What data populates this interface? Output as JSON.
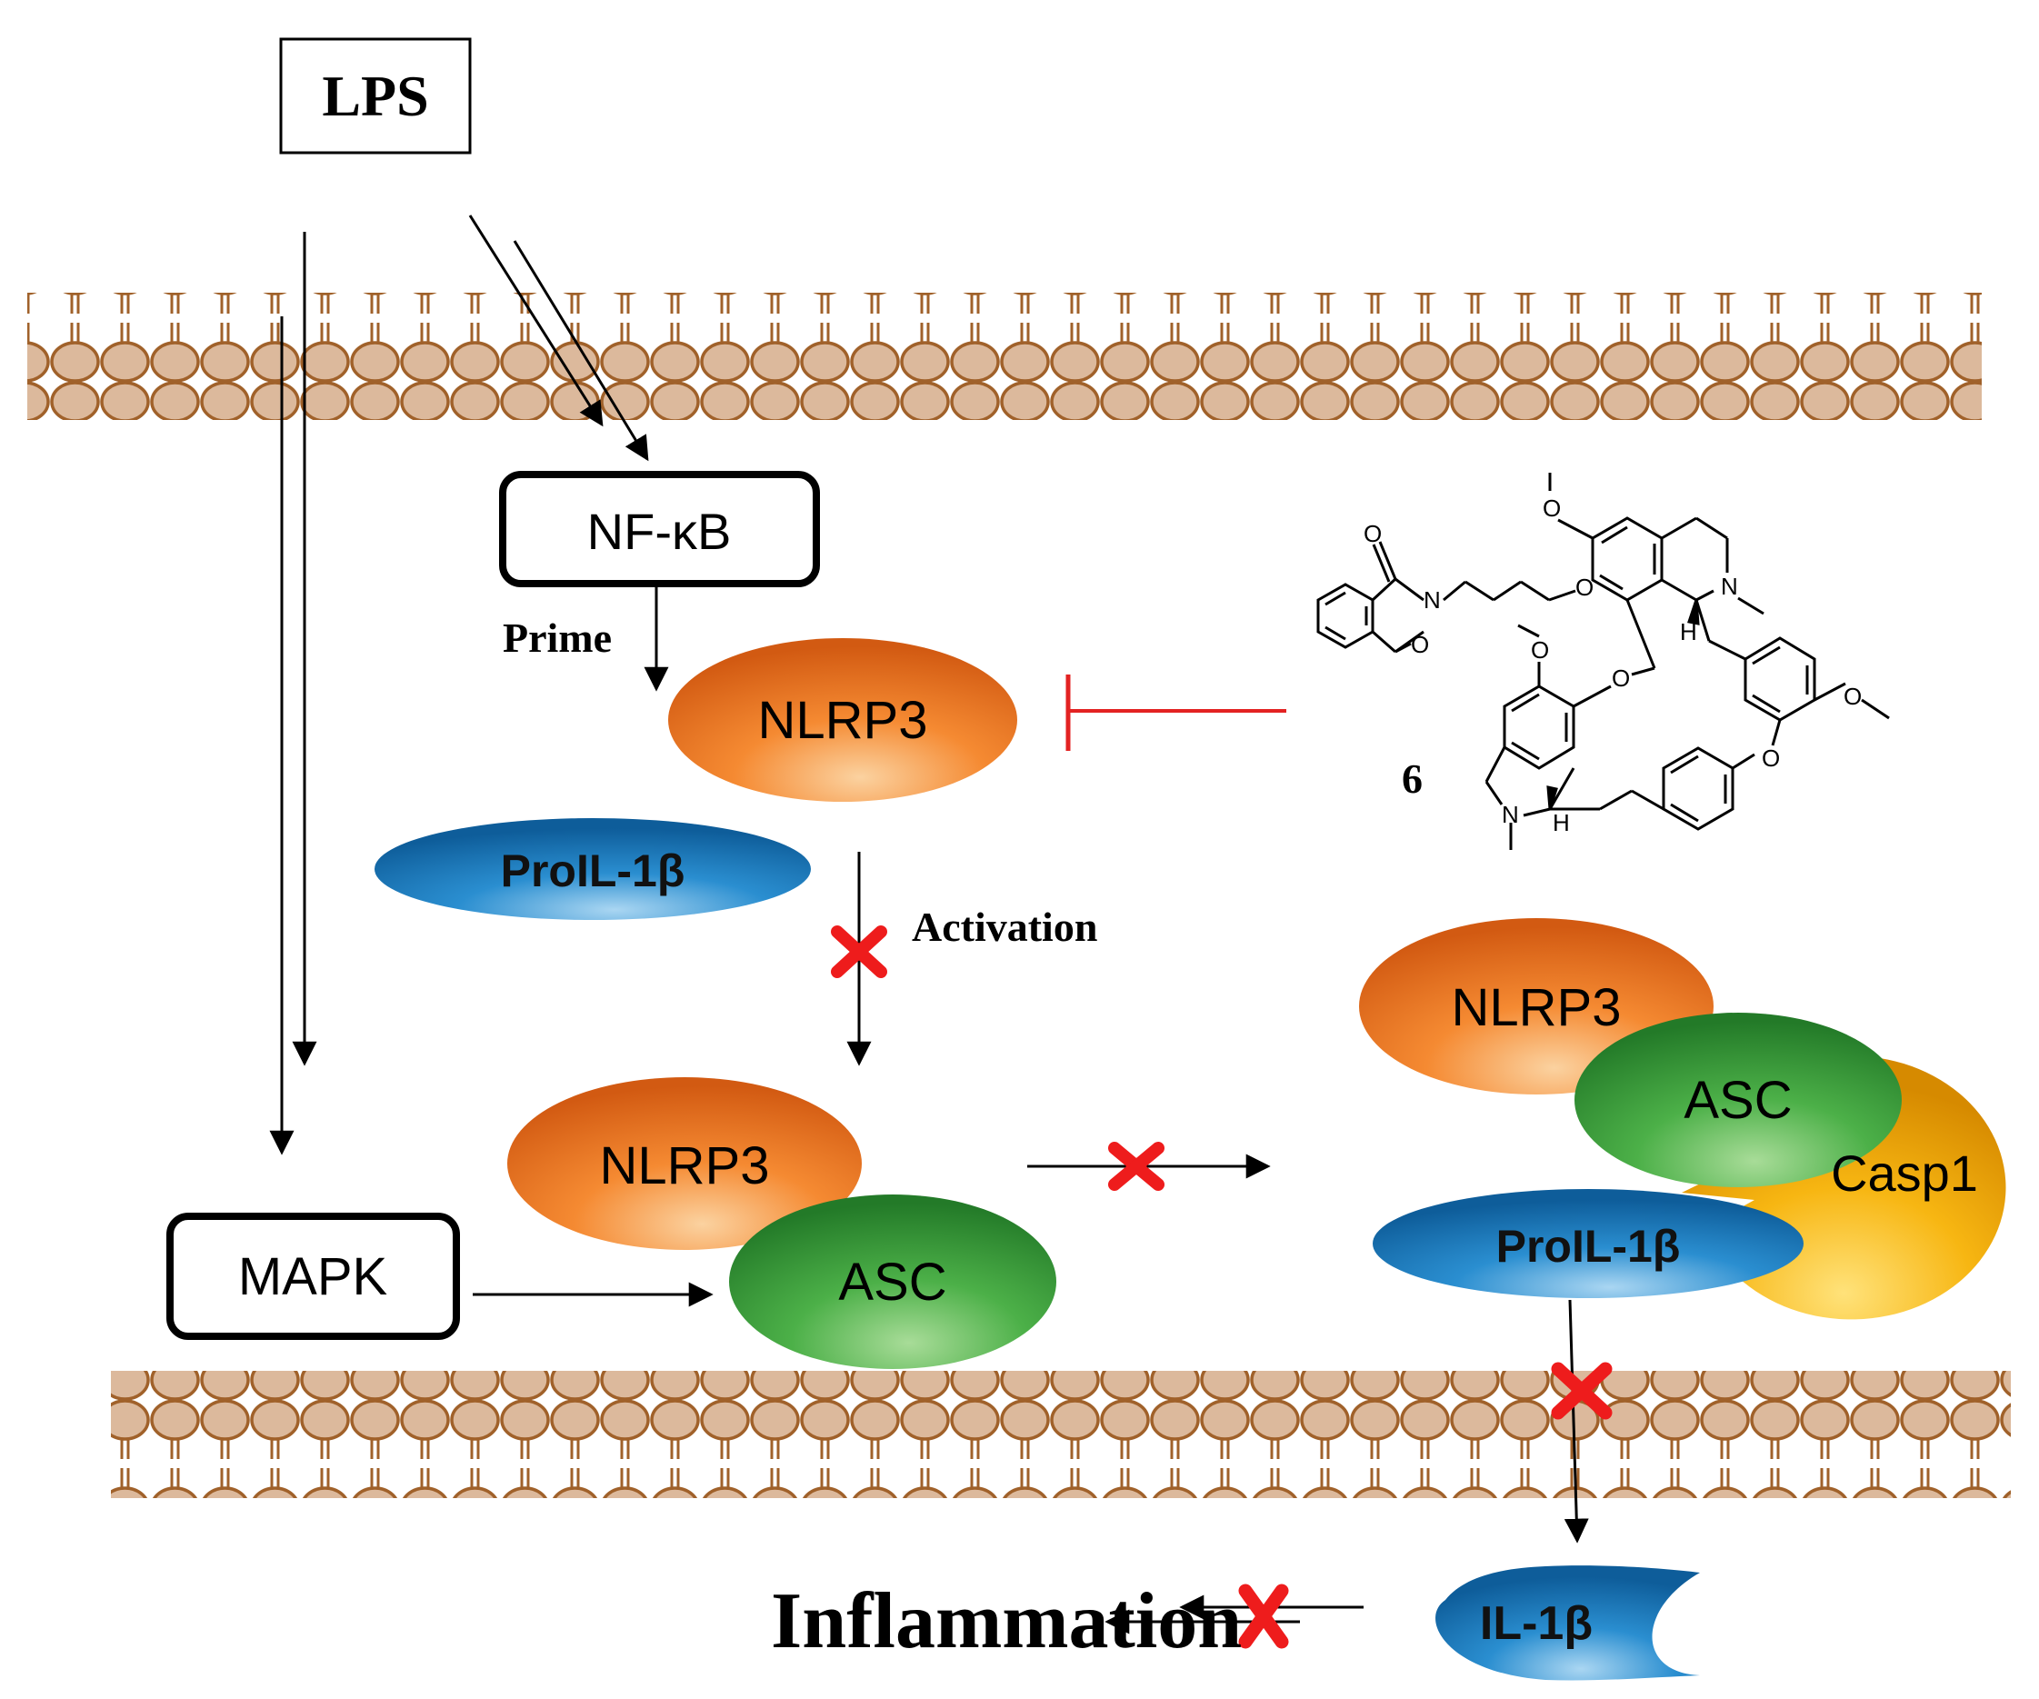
{
  "nodes": {
    "lps": "LPS",
    "nfkb": "NF-κB",
    "nlrp3_top": "NLRP3",
    "prolil_left": "ProIL-1β",
    "mapk": "MAPK",
    "nlrp3_mid": "NLRP3",
    "asc_mid": "ASC",
    "nlrp3_right": "NLRP3",
    "asc_right": "ASC",
    "casp1": "Casp1",
    "prolil_right": "ProIL-1β",
    "il1b": "IL-1β",
    "inflammation": "Inflammation"
  },
  "labels": {
    "prime": "Prime",
    "activation": "Activation",
    "compound": "6"
  },
  "structure": {
    "atoms": {
      "O_ome1": "O",
      "O_imide_top": "O",
      "N_imide": "N",
      "O_imide_bottom": "O",
      "O_ether_chain": "O",
      "N_top": "N",
      "H_top": "H",
      "O_bridge1": "O",
      "O_ome2": "O",
      "O_ome3": "O",
      "O_bridge2": "O",
      "N_bottom": "N",
      "H_bottom": "H"
    }
  },
  "colors": {
    "membrane_head": "#dcb99c",
    "membrane_stroke": "#a0612a",
    "orange": "#f07c2a",
    "green": "#3ea23a",
    "blue": "#1f82c4",
    "gold": "#f5b50a",
    "inhibitor": "#e32222",
    "cross": "#ee1c1c"
  }
}
